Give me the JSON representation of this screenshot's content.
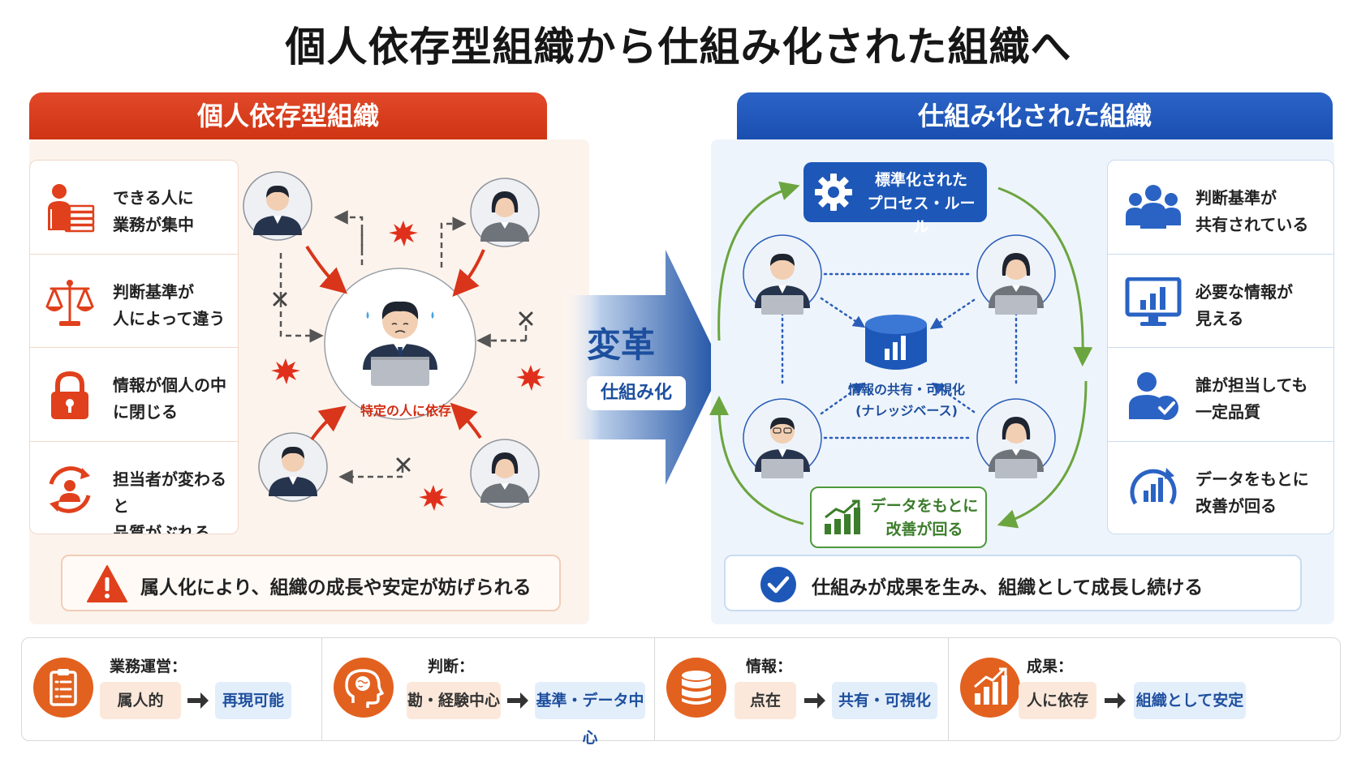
{
  "title": "個人依存型組織から仕組み化された組織へ",
  "left_panel": {
    "header": "個人依存型組織",
    "items": [
      {
        "icon": "person-with-documents-icon",
        "text": "できる人に\n業務が集中"
      },
      {
        "icon": "scales-icon",
        "text": "判断基準が\n人によって違う"
      },
      {
        "icon": "padlock-icon",
        "text": "情報が個人の中\nに閉じる"
      },
      {
        "icon": "person-rotate-icon",
        "text": "担当者が変わると\n品質がぶれる"
      }
    ],
    "center_label": "特定の人に依存",
    "warning": "属人化により、組織の成長や安定が妨げられる"
  },
  "arrow": {
    "main": "変革",
    "sub": "仕組み化"
  },
  "right_panel": {
    "header": "仕組み化された組織",
    "gear_box": "標準化された\nプロセス・ルール",
    "knowledge_label": "情報の共有・可視化\n(ナレッジベース)",
    "data_box": "データをもとに\n改善が回る",
    "items": [
      {
        "icon": "group-icon",
        "text": "判断基準が\n共有されている"
      },
      {
        "icon": "monitor-chart-icon",
        "text": "必要な情報が\n見える"
      },
      {
        "icon": "person-check-icon",
        "text": "誰が担当しても\n一定品質"
      },
      {
        "icon": "cycle-chart-icon",
        "text": "データをもとに\n改善が回る"
      }
    ],
    "ok": "仕組みが成果を生み、組織として成長し続ける"
  },
  "bottom": [
    {
      "icon": "clipboard-icon",
      "label": "業務運営：",
      "from": "属人的",
      "to": "再現可能"
    },
    {
      "icon": "brain-head-icon",
      "label": "判断：",
      "from": "勘・経験中心",
      "to": "基準・データ中心"
    },
    {
      "icon": "database-icon",
      "label": "情報：",
      "from": "点在",
      "to": "共有・可視化"
    },
    {
      "icon": "growth-chart-icon",
      "label": "成果：",
      "from": "人に依存",
      "to": "組織として安定"
    }
  ],
  "colors": {
    "left_accent": "#d63c1c",
    "right_accent": "#1d58b8",
    "green": "#4d9a3b",
    "bottom_icon": "#e2611f"
  }
}
